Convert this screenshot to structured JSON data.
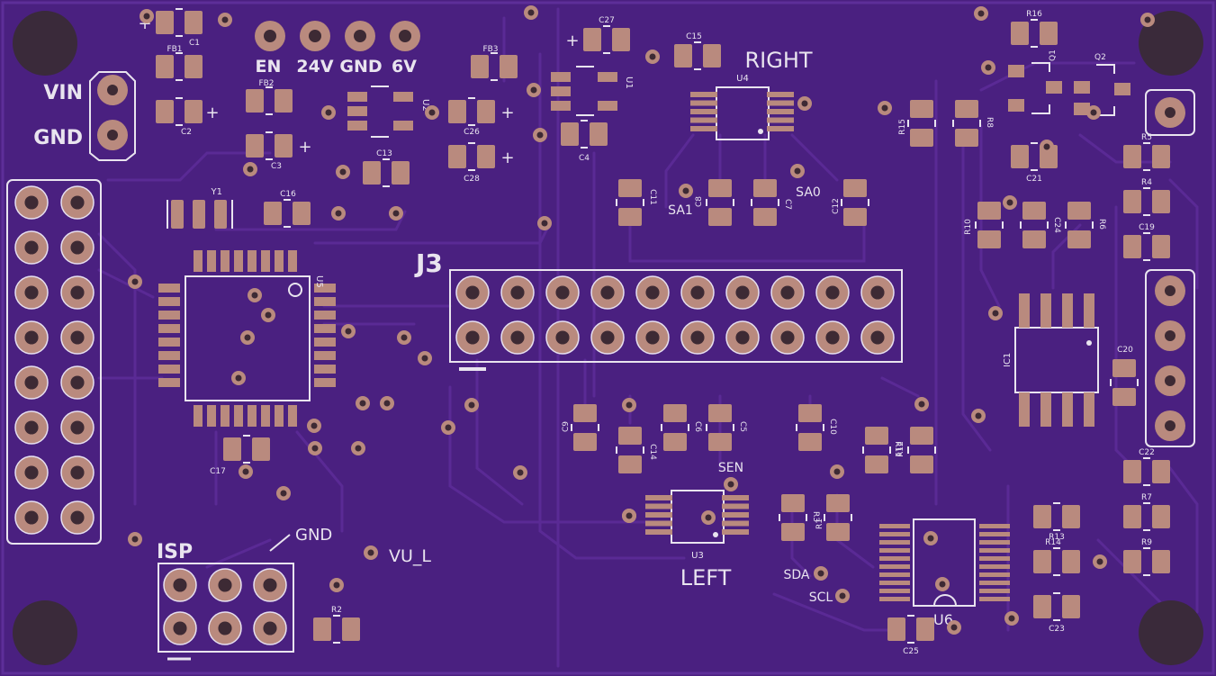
{
  "board": {
    "background": "#4a2080",
    "trace_color": "#5a2a95",
    "pad_color": "#b98a7e",
    "silk_color": "#e9e4ef",
    "hole_color": "#000000"
  },
  "labels": {
    "power_header": [
      "EN",
      "24V",
      "GND",
      "6V"
    ],
    "vin": "VIN",
    "gnd_left": "GND",
    "j3": "J3",
    "right": "RIGHT",
    "left": "LEFT",
    "isp": "ISP",
    "isp_gnd": "GND",
    "vu_l": "VU_L",
    "sa1": "SA1",
    "sa0": "SA0",
    "sen": "SEN",
    "sda": "SDA",
    "scl": "SCL",
    "u6": "U6"
  },
  "refdes": {
    "c1": "C1",
    "fb1": "FB1",
    "c2": "C2",
    "fb2": "FB2",
    "c3": "C3",
    "y1": "Y1",
    "c16": "C16",
    "u5": "U5",
    "c17": "C17",
    "c13": "C13",
    "u2": "U2",
    "fb3": "FB3",
    "c26": "C26",
    "c28": "C28",
    "c27": "C27",
    "u1": "U1",
    "c4": "C4",
    "c15": "C15",
    "u4": "U4",
    "c11": "C11",
    "c8": "C8",
    "c7": "C7",
    "c12": "C12",
    "c9": "C9",
    "c14": "C14",
    "c6": "C6",
    "c5": "C5",
    "c10": "C10",
    "u3": "U3",
    "r3": "R3",
    "r1": "R1",
    "r11": "R11",
    "r12": "R12",
    "r2": "R2",
    "r16": "R16",
    "q1": "Q1",
    "q2": "Q2",
    "r15": "R15",
    "r8": "R8",
    "c21": "C21",
    "r5": "R5",
    "r4": "R4",
    "r10": "R10",
    "c24": "C24",
    "r6": "R6",
    "c19": "C19",
    "ic1": "IC1",
    "c20": "C20",
    "c22": "C22",
    "r7": "R7",
    "r13": "R13",
    "r14": "R14",
    "r9": "R9",
    "c23": "C23",
    "c25": "C25"
  },
  "polarity_mark": "+"
}
